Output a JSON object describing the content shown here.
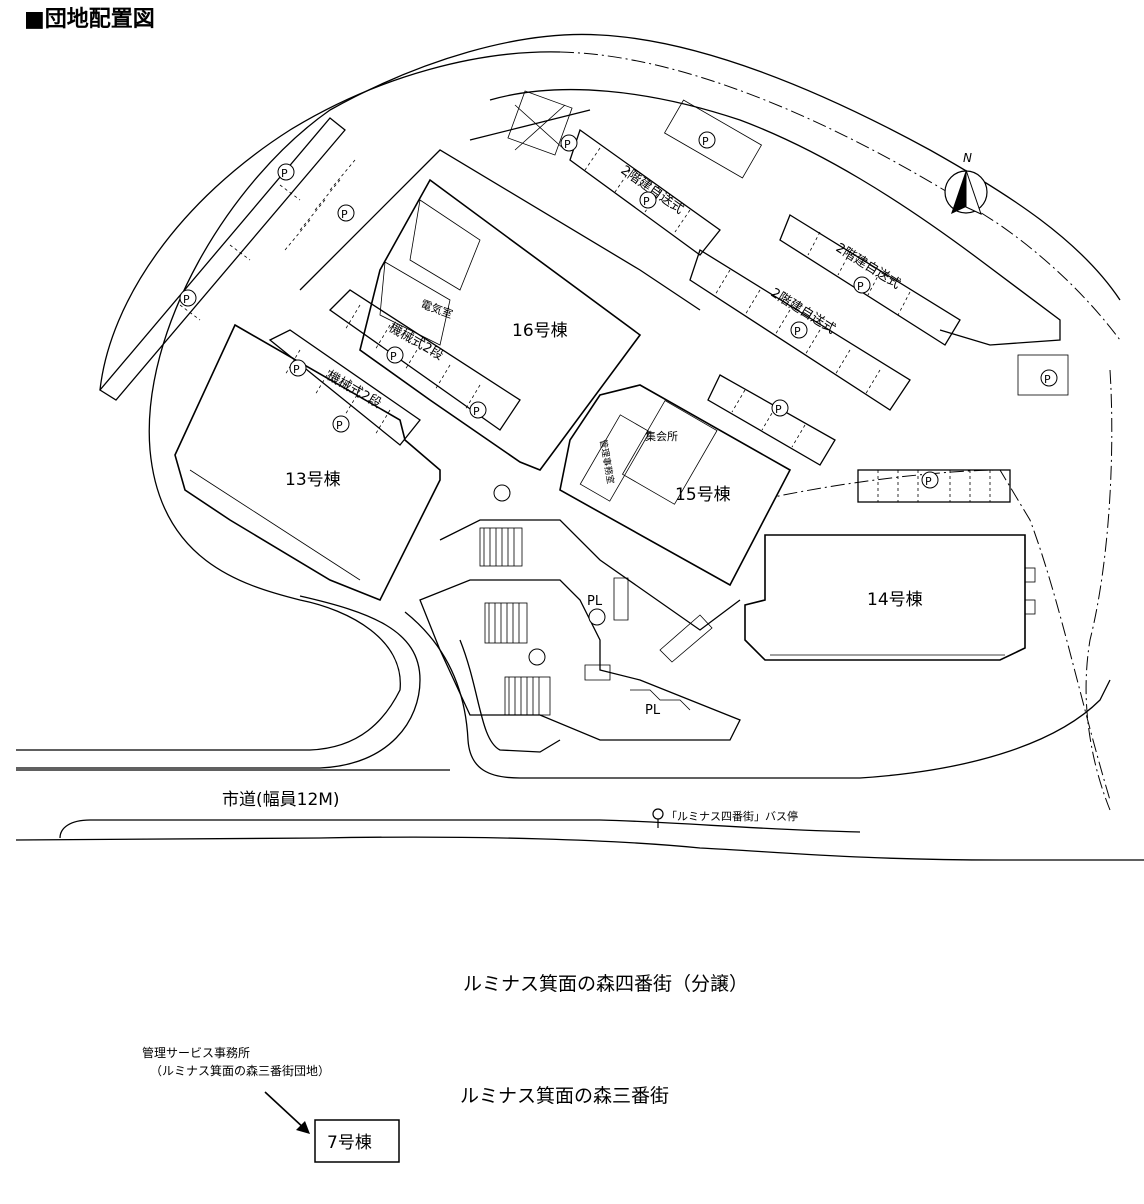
{
  "title": "■団地配置図",
  "buildings": {
    "b13": "13号棟",
    "b14": "14号棟",
    "b15": "15号棟",
    "b16": "16号棟",
    "b7": "7号棟"
  },
  "facilities": {
    "electric_room": "電気室",
    "meeting_hall": "集会所",
    "management_room": "管理事務室",
    "playlot": "PL"
  },
  "parking": {
    "symbol": "P",
    "mech_2tier": "機械式2段",
    "two_story_self": "2階建自送式"
  },
  "roads": {
    "city_road": "市道(幅員12M)",
    "bus_stop": "「ルミナス四番街」バス停"
  },
  "north": "N",
  "neighbors": {
    "yonbangai": "ルミナス箕面の森四番街（分譲）",
    "sanbangai": "ルミナス箕面の森三番街",
    "office_line1": "管理サービス事務所",
    "office_line2": "（ルミナス箕面の森三番街団地）"
  },
  "colors": {
    "line": "#000000",
    "background": "#ffffff"
  }
}
